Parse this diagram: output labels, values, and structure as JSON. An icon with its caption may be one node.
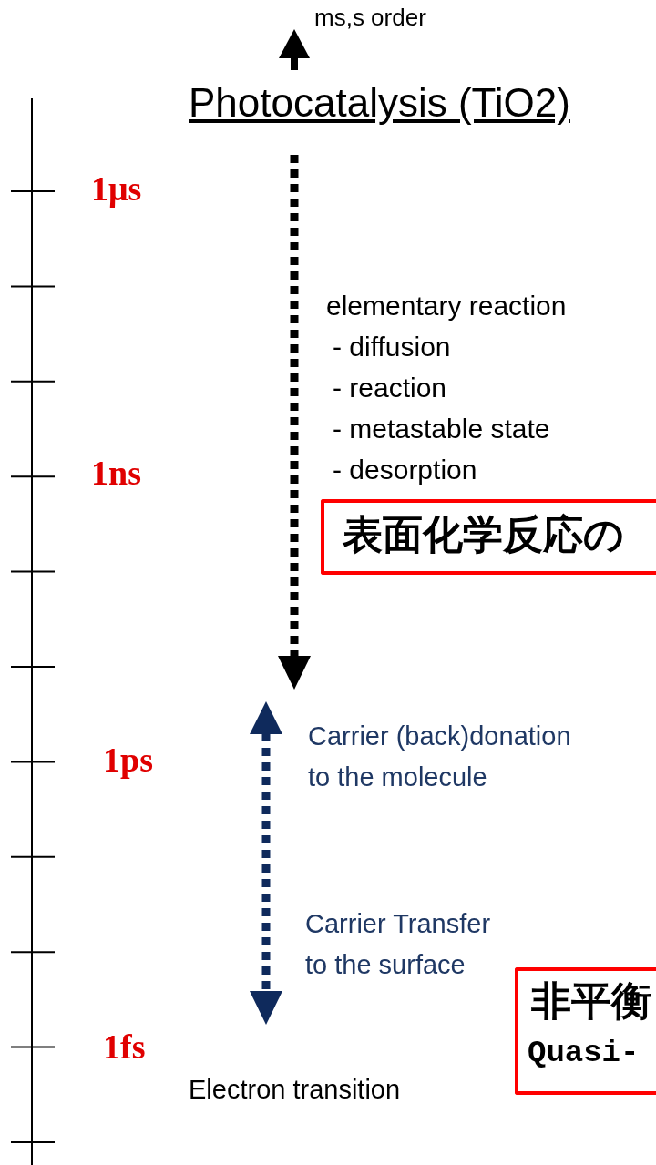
{
  "diagram": {
    "title": "Photocatalysis (TiO2)",
    "nodes": [
      {
        "text": [
          "表面化学反応の"
        ]
      },
      {
        "text": [
          "非平衡",
          "Quasi-"
        ]
      }
    ],
    "labels": [
      "ms,s order",
      "1μs",
      "elementary reaction",
      "- diffusion",
      "- reaction",
      "- metastable state",
      "- desorption",
      "1ns",
      "1ps",
      "Carrier (back)donation to the molecule",
      "Carrier Transfer to the surface",
      "1fs",
      "Electron transition"
    ]
  }
}
